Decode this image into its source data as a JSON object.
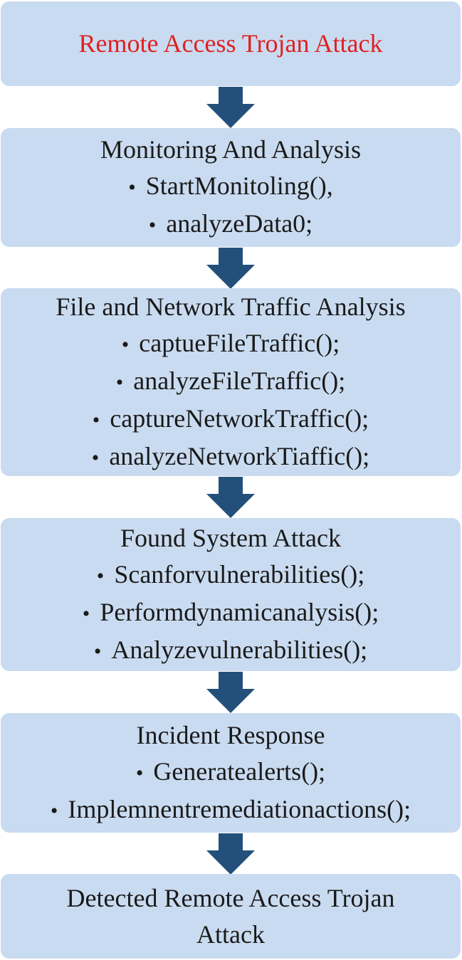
{
  "diagram": {
    "type": "flowchart",
    "direction": "top-to-bottom",
    "colors": {
      "box_fill": "#c9dbf0",
      "arrow": "#23507a",
      "start_text": "#e02020",
      "text": "#1a1a1a"
    },
    "steps": [
      {
        "title": "Remote Access Trojan Attack",
        "items": []
      },
      {
        "title": "Monitoring And Analysis",
        "items": [
          "StartMonitoling(),",
          "analyzeData0;"
        ]
      },
      {
        "title": "File and Network Traffic Analysis",
        "items": [
          "captueFileTraffic();",
          "analyzeFileTraffic();",
          "captureNetworkTraffic();",
          "analyzeNetworkTiaffic();"
        ]
      },
      {
        "title": "Found System Attack",
        "items": [
          "Scanforvulnerabilities();",
          "Performdynamicanalysis();",
          "Analyzevulnerabilities();"
        ]
      },
      {
        "title": "Incident Response",
        "items": [
          "Generatealerts();",
          "Implemnentremediationactions();"
        ]
      },
      {
        "title": "Detected Remote Access Trojan",
        "title_line2": "Attack",
        "items": []
      }
    ],
    "arrow_icon": "down-arrow-icon"
  }
}
